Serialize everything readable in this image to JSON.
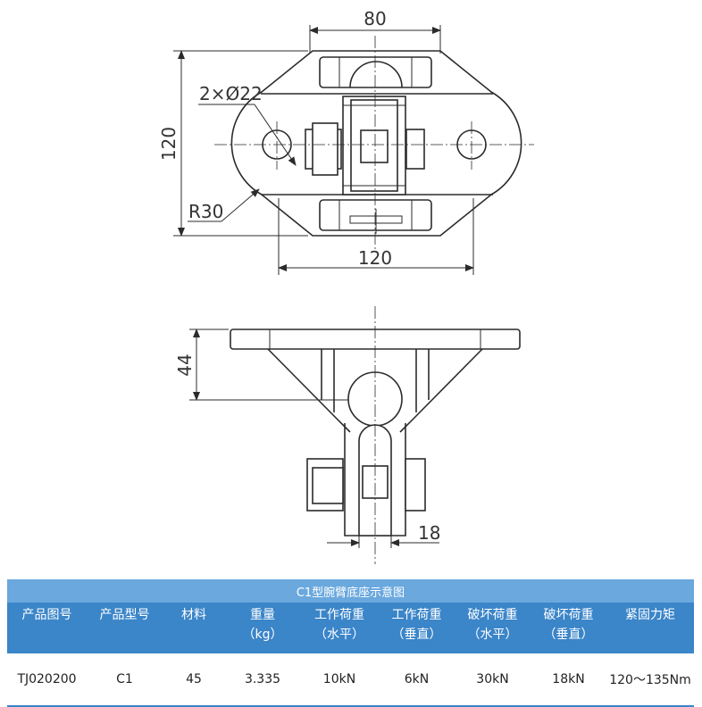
{
  "dimensions": {
    "top_width": "80",
    "hole_spec": "2×Ø22",
    "left_height": "120",
    "radius": "R30",
    "bottom_width": "120",
    "side_height": "44",
    "side_width": "18"
  },
  "table": {
    "caption": "C1型腕臂底座示意图",
    "headers": [
      {
        "line1": "产品图号",
        "line2": ""
      },
      {
        "line1": "产品型号",
        "line2": ""
      },
      {
        "line1": "材料",
        "line2": ""
      },
      {
        "line1": "重量",
        "line2": "（kg）"
      },
      {
        "line1": "工作荷重",
        "line2": "（水平）"
      },
      {
        "line1": "工作荷重",
        "line2": "（垂直）"
      },
      {
        "line1": "破坏荷重",
        "line2": "（水平）"
      },
      {
        "line1": "破坏荷重",
        "line2": "（垂直）"
      },
      {
        "line1": "紧固力矩",
        "line2": ""
      }
    ],
    "row": [
      "TJ020200",
      "C1",
      "45",
      "3.335",
      "10kN",
      "6kN",
      "30kN",
      "18kN",
      "120～135Nm"
    ]
  }
}
